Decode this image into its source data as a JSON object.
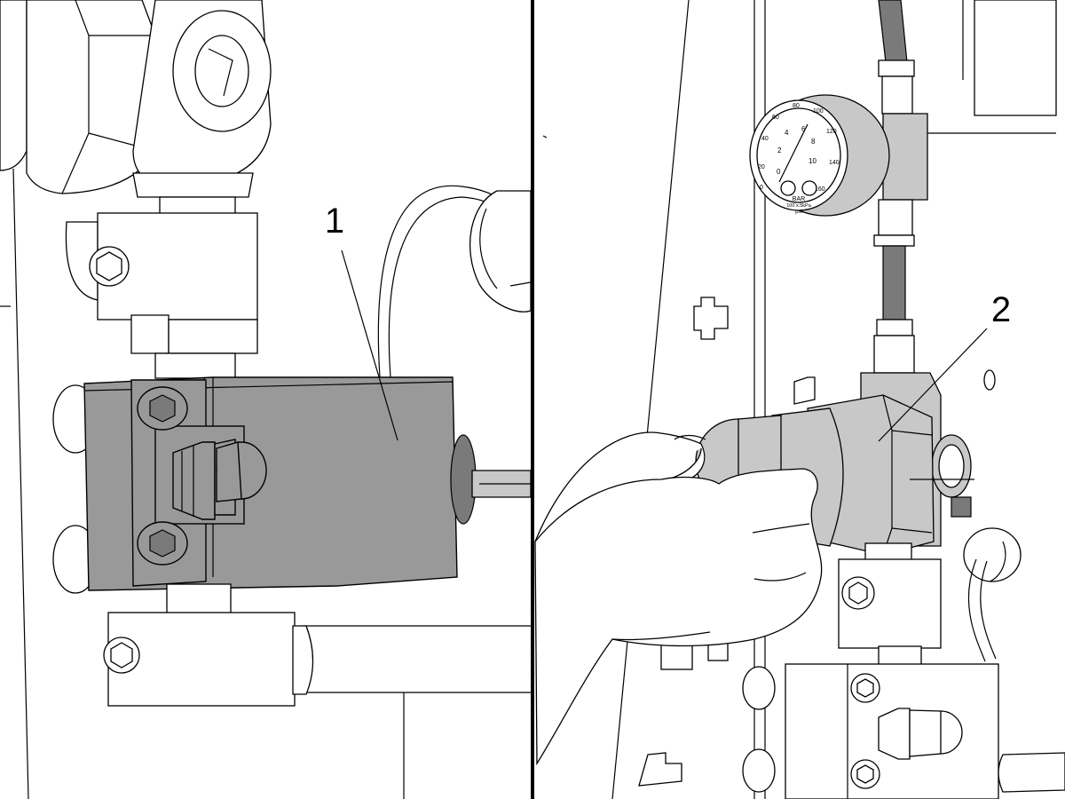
{
  "callouts": {
    "callout_1": "1",
    "callout_2": "2"
  },
  "gauge": {
    "bar_scale": [
      "0",
      "2",
      "4",
      "6",
      "8",
      "10"
    ],
    "psi_scale": [
      "0",
      "20",
      "40",
      "60",
      "80",
      "100",
      "120",
      "140",
      "160"
    ],
    "unit_bar": "BAR",
    "unit_kpa": "100 x.5kPa",
    "unit_psi": "psi"
  },
  "colors": {
    "line": "#000000",
    "background": "#ffffff",
    "block_fill": "#999999",
    "valve_fill": "#c8c8c8",
    "hose_fill": "#7a7a7a"
  }
}
